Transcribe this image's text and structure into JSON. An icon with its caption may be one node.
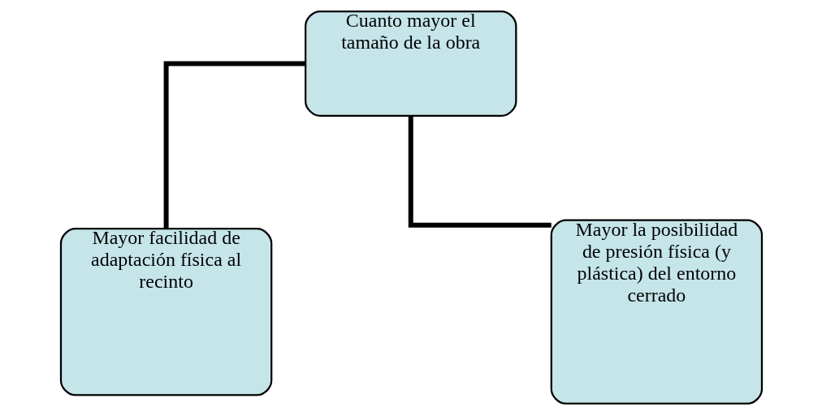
{
  "diagram": {
    "nodes": [
      {
        "text": [
          "Cuanto mayor el tamaño de la obra"
        ]
      },
      {
        "text": [
          "Mayor facilidad de adaptación física al recinto"
        ]
      },
      {
        "text": [
          "Mayor la posibilidad de presión física (y plástica) del entorno cerrado"
        ]
      }
    ],
    "edges": [
      {
        "from": 0,
        "to": 1,
        "arrow": "none"
      },
      {
        "from": 0,
        "to": 2,
        "arrow": "none"
      }
    ]
  }
}
